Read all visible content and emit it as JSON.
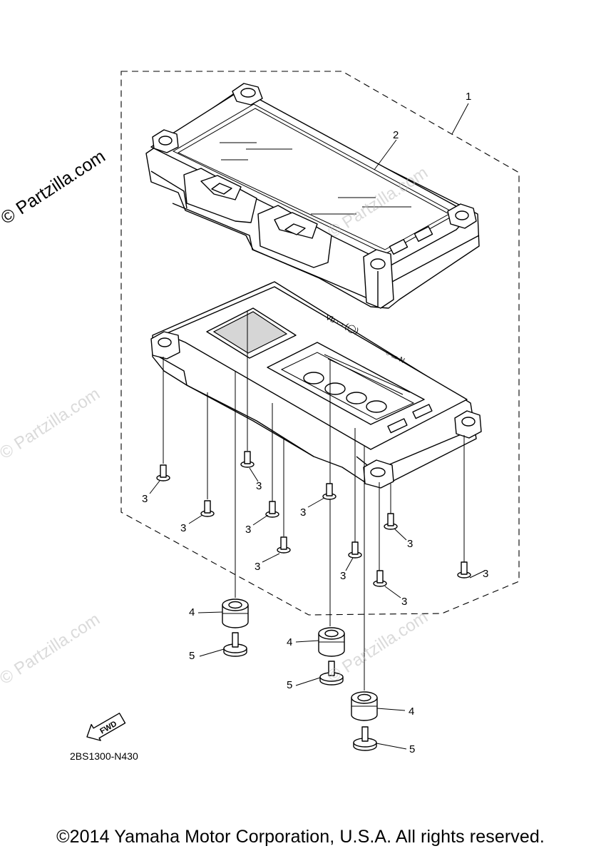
{
  "watermark": {
    "main": "© Partzilla.com",
    "faint": "© Partzilla.com"
  },
  "callouts": {
    "meter_assembly": "1",
    "lens": "2",
    "screw": "3",
    "damper": "4",
    "bolt": "5"
  },
  "direction_label": "FWD",
  "drawing_code": "2BS1300-N430",
  "copyright": "©2014 Yamaha Motor Corporation, U.S.A. All rights reserved."
}
